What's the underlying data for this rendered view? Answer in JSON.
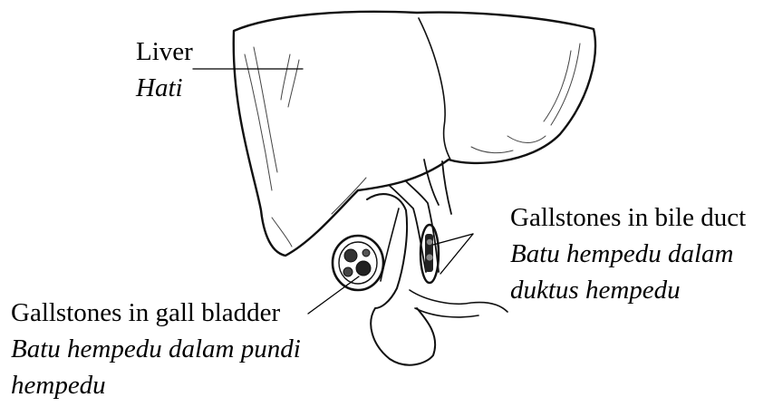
{
  "labels": {
    "liver": {
      "en": "Liver",
      "ms": "Hati"
    },
    "bile_duct": {
      "en": "Gallstones in bile duct",
      "ms_line1": "Batu hempedu dalam",
      "ms_line2": "duktus hempedu"
    },
    "gall_bladder": {
      "en": "Gallstones in gall bladder",
      "ms_line1": "Batu hempedu dalam pundi",
      "ms_line2": "hempedu"
    }
  },
  "illustration": {
    "subject": "liver-gallbladder-anatomy",
    "style": "black ink line drawing"
  }
}
